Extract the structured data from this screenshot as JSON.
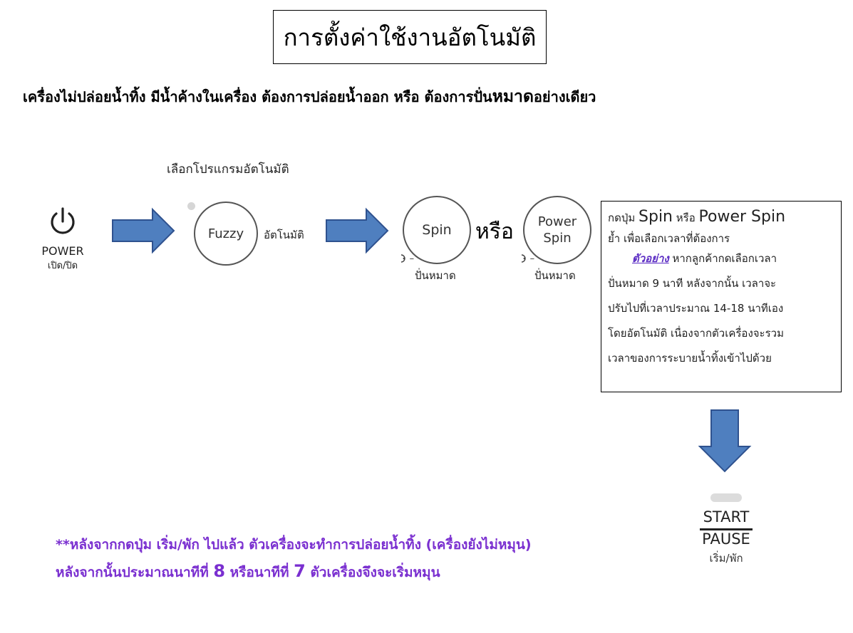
{
  "title": "การตั้งค่าใช้งานอัตโนมัติ",
  "subtitle": {
    "part1": "เครื่องไม่ปล่อยน้ำทิ้ง มีน้ำค้างในเครื่อง ต้องการปล่อยน้ำออก หรือ ต้องการปั่น",
    "emphasis": "หมาด",
    "part2": "อย่างเดียว"
  },
  "select_program_label": "เลือกโปรแกรมอัตโนมัติ",
  "power": {
    "label": "POWER",
    "sublabel": "เปิด/ปิด",
    "icon": "power-icon"
  },
  "fuzzy": {
    "label": "Fuzzy",
    "side_label": "อัตโนมัติ"
  },
  "spin": {
    "label": "Spin",
    "icon": "spin-icon",
    "symbol": " –",
    "sublabel": "ปั่นหมาด"
  },
  "or_text": "หรือ",
  "power_spin": {
    "line1": "Power",
    "line2": "Spin",
    "icon": "spin-icon",
    "symbol": " –",
    "sublabel": "ปั่นหมาด"
  },
  "info": {
    "press": "กดปุ่ม",
    "spin_btn": "Spin",
    "or": "หรือ",
    "power_spin_btn": "Power Spin",
    "line2": "ย้ำ เพื่อเลือกเวลาที่ต้องการ",
    "example_label": "ตัวอย่าง",
    "example_text1": " หากลูกค้ากดเลือกเวลา",
    "line4": "ปั่นหมาด 9 นาที หลังจากนั้น เวลาจะ",
    "line5": "ปรับไปที่เวลาประมาณ 14-18 นาทีเอง",
    "line6": "โดยอัตโนมัติ เนื่องจากตัวเครื่องจะรวม",
    "line7": "เวลาของการระบายน้ำทิ้งเข้าไปด้วย"
  },
  "start_pause": {
    "start": "START",
    "pause": "PAUSE",
    "sublabel": "เริ่ม/พัก"
  },
  "note": {
    "line1": "**หลังจากกดปุ่ม เริ่ม/พัก ไปแล้ว ตัวเครื่องจะทำการปล่อยน้ำทิ้ง (เครื่องยังไม่หมุน)",
    "line2_a": "หลังจากนั้นประมาณนาทีที่ ",
    "num1": "8",
    "line2_b": " หรือนาทีที่ ",
    "num2": "7",
    "line2_c": " ตัวเครื่องจึงจะเริ่มหมุน"
  },
  "colors": {
    "arrow_fill": "#4f7fbf",
    "arrow_stroke": "#2f528f",
    "note_text": "#7a2fd0",
    "example_link": "#5b2cc4"
  }
}
